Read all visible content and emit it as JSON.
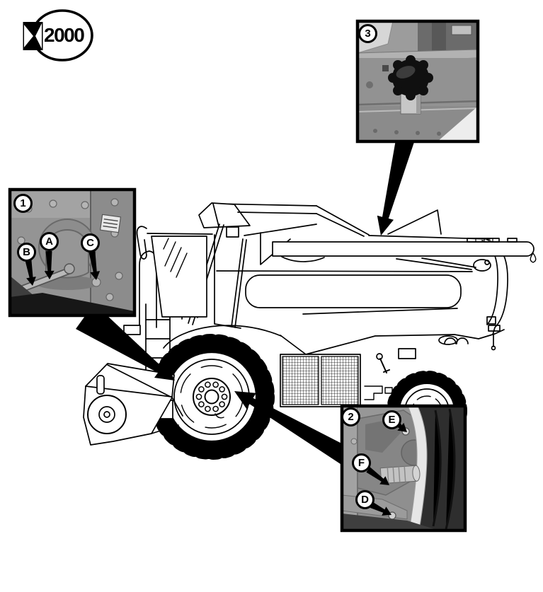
{
  "logo": {
    "text": "2000"
  },
  "colors": {
    "line": "#000000",
    "background": "#ffffff",
    "photo_gray": "#949494",
    "callout_fill": "#ffffff"
  },
  "insets": {
    "one": {
      "number": "1",
      "callouts": {
        "a": "A",
        "b": "B",
        "c": "C"
      }
    },
    "two": {
      "number": "2",
      "callouts": {
        "d": "D",
        "e": "E",
        "f": "F"
      }
    },
    "three": {
      "number": "3"
    }
  }
}
